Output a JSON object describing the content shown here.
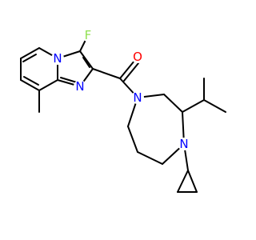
{
  "molecule": {
    "atoms": {
      "n_ring_bridge": "N",
      "n_imidazole": "N",
      "fluorine": "F",
      "oxygen": "O",
      "n_amide": "N",
      "n_amine": "N"
    }
  },
  "colors": {
    "bond": "#000000",
    "nitrogen": "#0000ff",
    "oxygen": "#ff0000",
    "fluorine": "#90e050",
    "background": "#ffffff"
  }
}
